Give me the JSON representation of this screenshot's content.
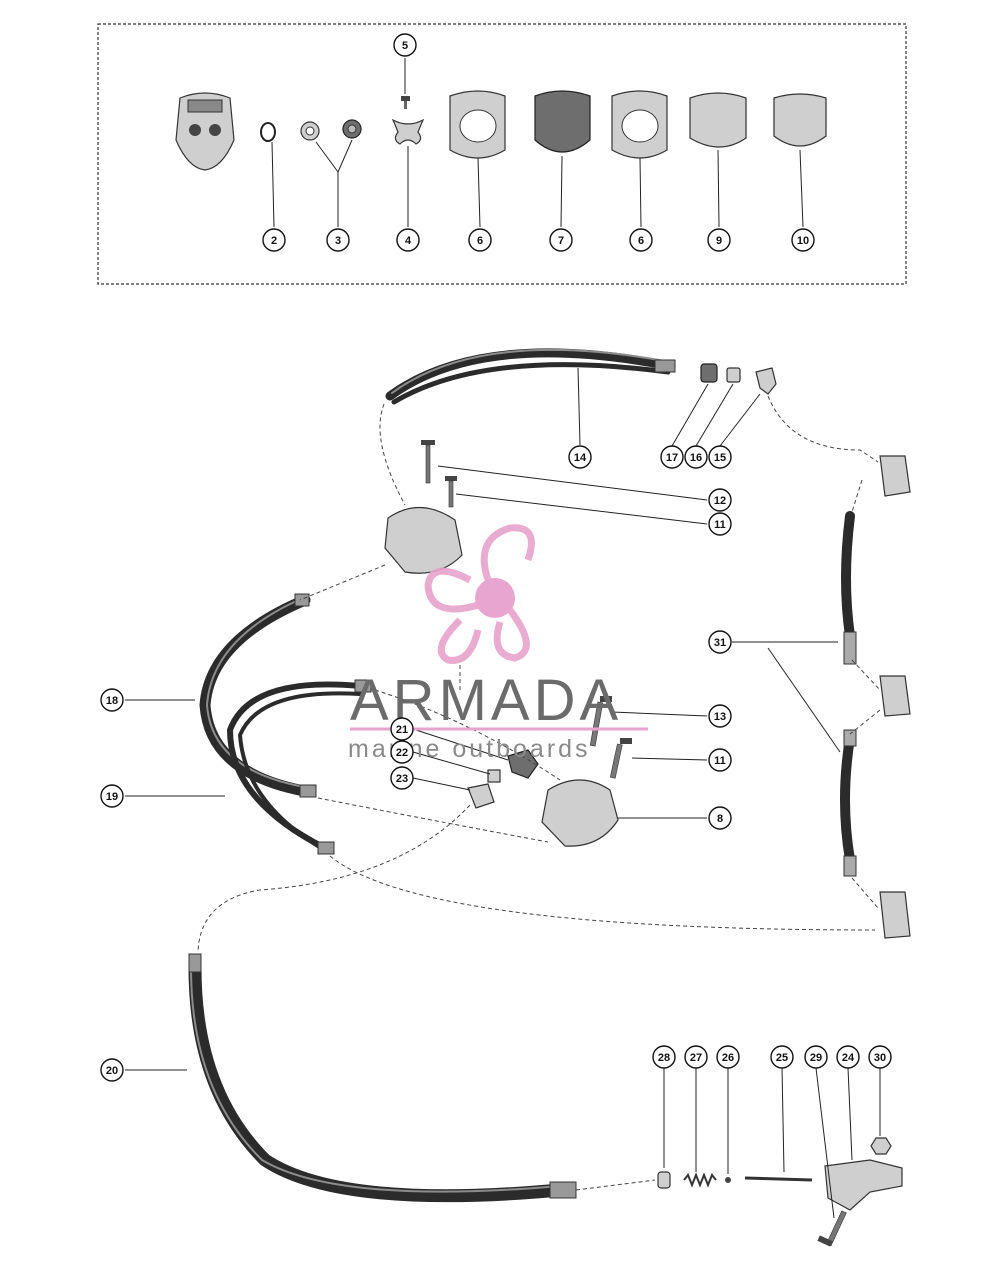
{
  "watermark": {
    "title": "ARMADA",
    "subtitle": "marine outboards",
    "colors": {
      "logo": "#e8a3cc",
      "logo_hub": "#e59ccb",
      "text": "#6b6b6b"
    }
  },
  "callouts": [
    "2",
    "3",
    "4",
    "5",
    "6",
    "7",
    "6",
    "9",
    "10",
    "14",
    "17",
    "16",
    "15",
    "12",
    "11",
    "31",
    "18",
    "19",
    "21",
    "22",
    "23",
    "13",
    "11",
    "8",
    "20",
    "28",
    "27",
    "26",
    "25",
    "29",
    "24",
    "30"
  ]
}
